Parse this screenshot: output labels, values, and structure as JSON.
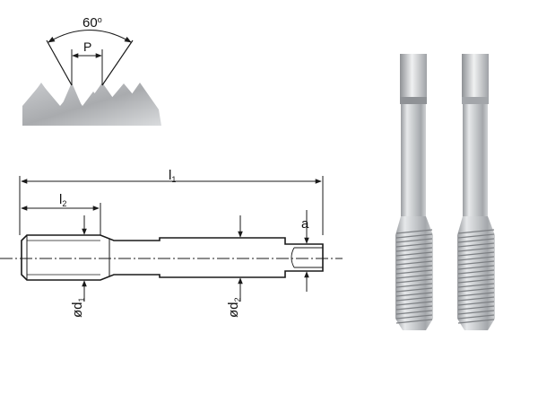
{
  "thread_detail": {
    "angle_label": "60",
    "angle_unit": "o",
    "pitch_label": "P"
  },
  "tap_drawing": {
    "total_length_label": {
      "main": "l",
      "sub": "1"
    },
    "thread_length_label": {
      "main": "l",
      "sub": "2"
    },
    "square_label": "a",
    "shank_diameter_label": {
      "main": "ød",
      "sub": "2"
    },
    "thread_diameter_label": {
      "main": "ød",
      "sub": "1"
    }
  },
  "colors": {
    "line": "#1a1a1a",
    "thread_gray": "#a9abae",
    "tap_light": "#dfe1e3",
    "tap_mid": "#babdc0",
    "tap_dark": "#8e9195"
  }
}
